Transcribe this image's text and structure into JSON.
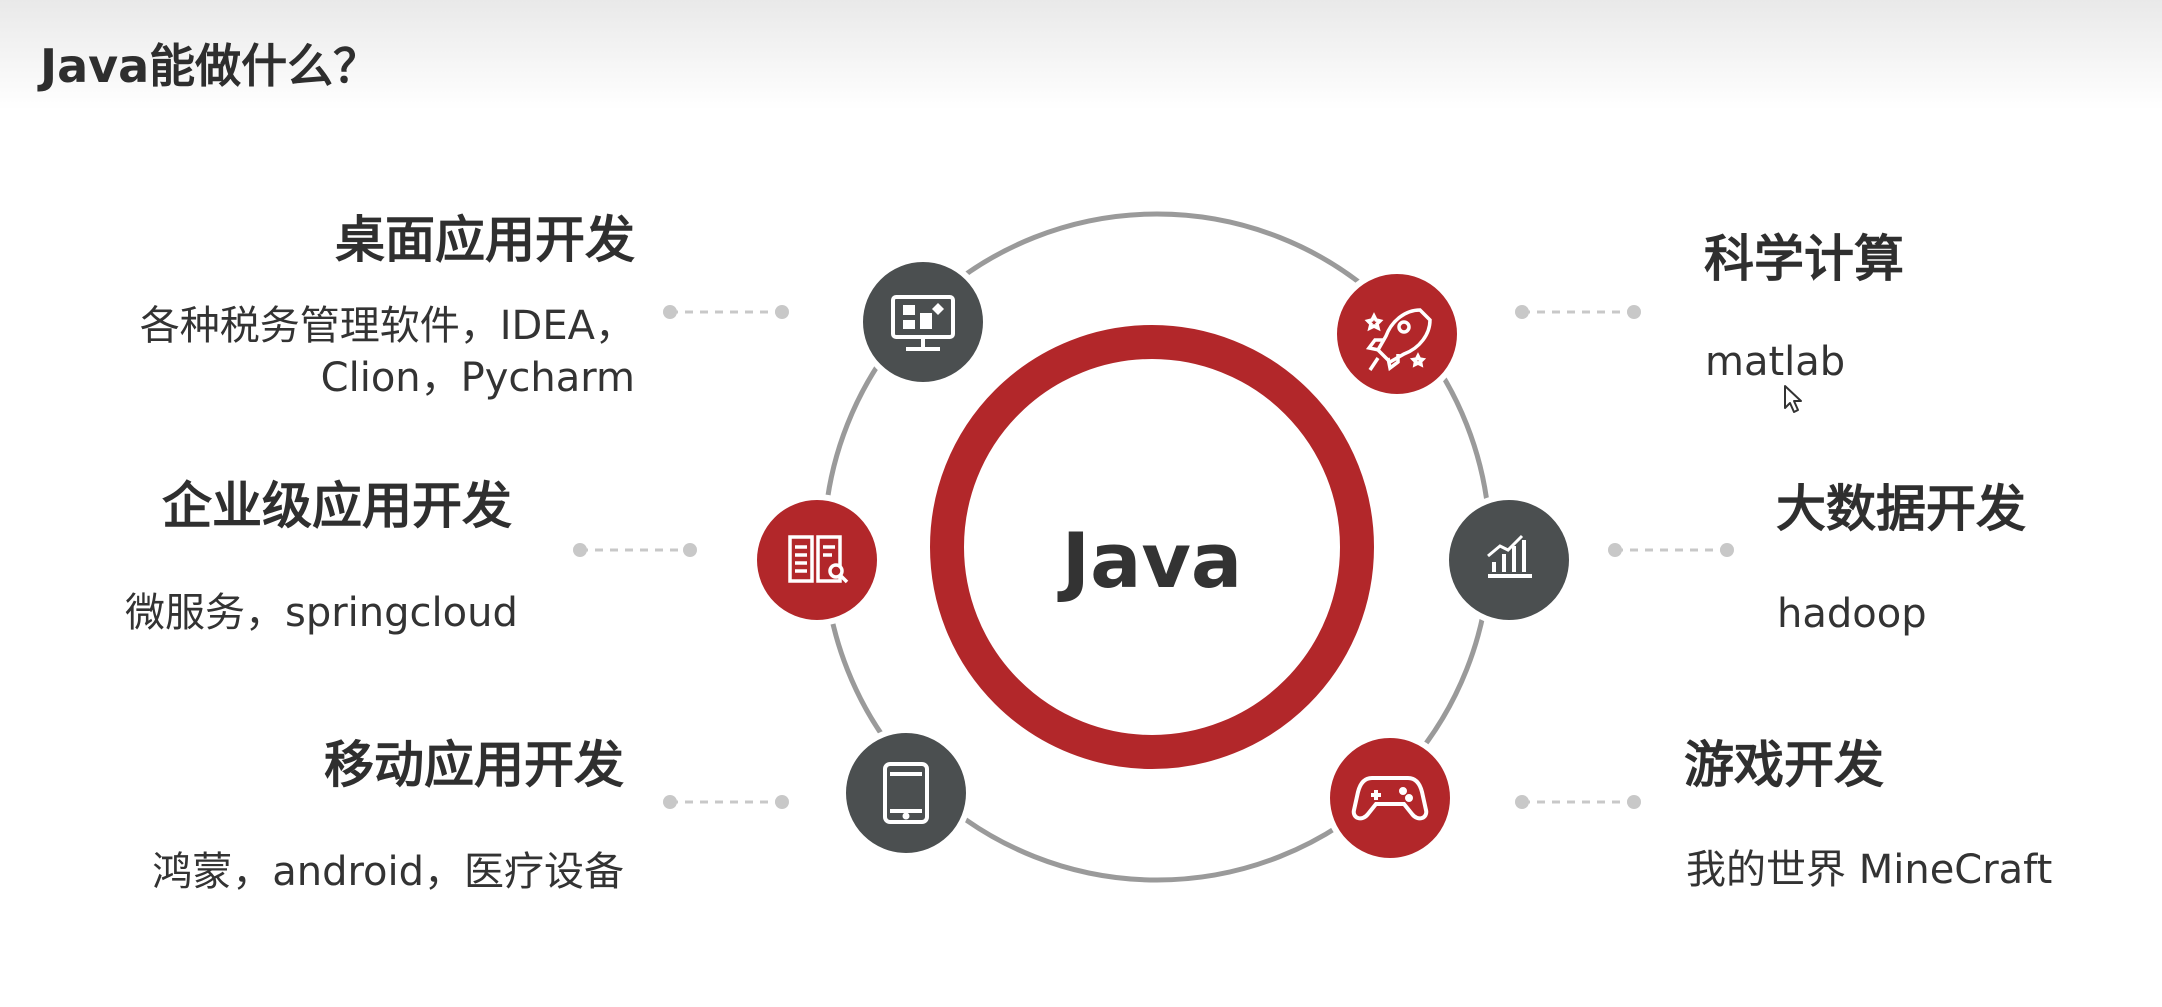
{
  "title": "Java能做什么？",
  "center_label": "Java",
  "colors": {
    "accent_red": "#b2272a",
    "dark_gray": "#4b4f50",
    "ring_gray": "#9a9a9a",
    "dot_gray": "#c8c8c8"
  },
  "categories": [
    {
      "heading": "桌面应用开发",
      "desc_lines": [
        "各种税务管理软件，IDEA，",
        "Clion，Pycharm"
      ],
      "icon": "desktop-monitor-icon"
    },
    {
      "heading": "企业级应用开发",
      "desc_lines": [
        "微服务，springcloud"
      ],
      "icon": "open-book-icon"
    },
    {
      "heading": "移动应用开发",
      "desc_lines": [
        "鸿蒙，android，医疗设备"
      ],
      "icon": "tablet-icon"
    },
    {
      "heading": "科学计算",
      "desc_lines": [
        "matlab"
      ],
      "icon": "rocket-icon"
    },
    {
      "heading": "大数据开发",
      "desc_lines": [
        "hadoop"
      ],
      "icon": "bar-chart-icon"
    },
    {
      "heading": "游戏开发",
      "desc_lines": [
        "我的世界 MineCraft"
      ],
      "icon": "gamepad-icon"
    }
  ]
}
